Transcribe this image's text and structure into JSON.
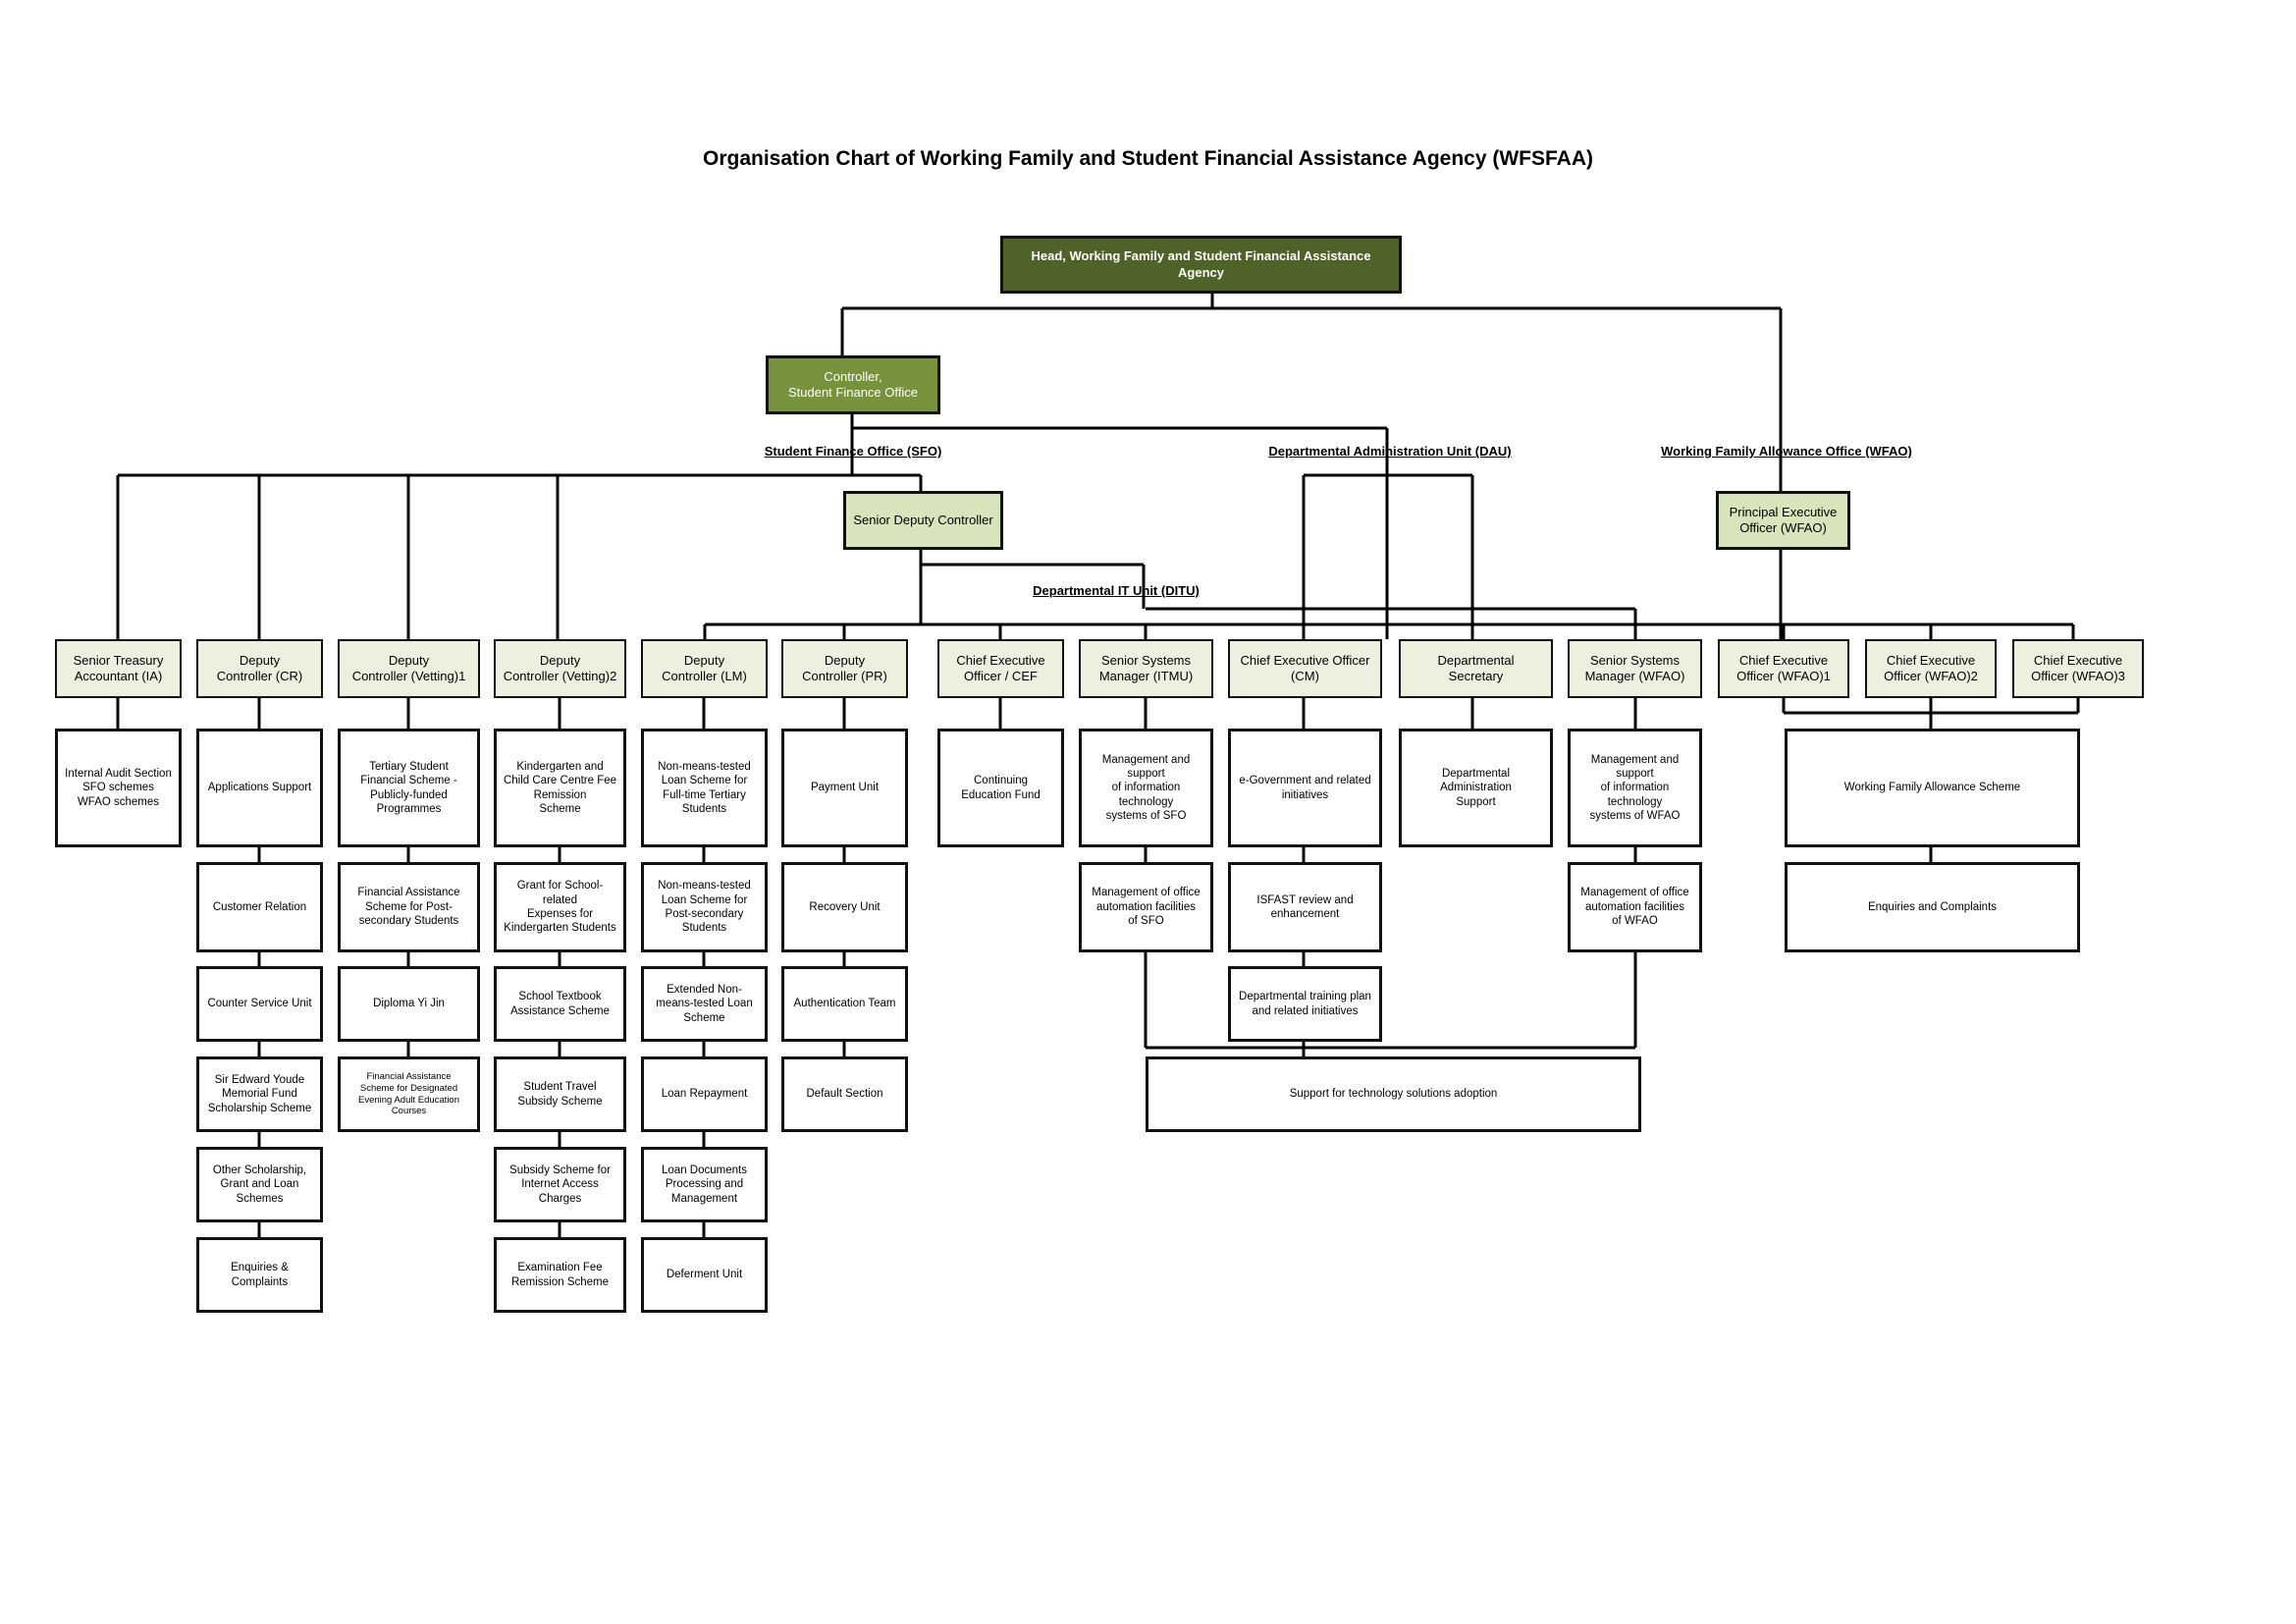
{
  "title": "Organisation Chart of Working Family and Student Financial Assistance Agency (WFSFAA)",
  "labels": {
    "sfo": "Student Finance Office (SFO)",
    "dau": "Departmental Administration Unit (DAU)",
    "wfao": "Working Family Allowance Office (WFAO)",
    "ditu": "Departmental IT Unit (DITU)"
  },
  "top": {
    "head": "Head, Working Family and Student Financial Assistance Agency",
    "controller": "Controller,\nStudent Finance Office",
    "senior_deputy": "Senior Deputy Controller",
    "pe_wfao": "Principal Executive\nOfficer (WFAO)"
  },
  "level2": {
    "sta": "Senior Treasury\nAccountant (IA)",
    "cr": "Deputy\nController (CR)",
    "v1": "Deputy\nController (Vetting)1",
    "v2": "Deputy\nController (Vetting)2",
    "lm": "Deputy\nController (LM)",
    "pr": "Deputy\nController (PR)",
    "cef": "Chief Executive\nOfficer / CEF",
    "itmu": "Senior Systems\nManager (ITMU)",
    "cm": "Chief Executive Officer\n(CM)",
    "ds": "Departmental\nSecretary",
    "ssw": "Senior Systems\nManager (WFAO)",
    "w1": "Chief Executive\nOfficer (WFAO)1",
    "w2": "Chief Executive\nOfficer (WFAO)2",
    "w3": "Chief Executive\nOfficer (WFAO)3"
  },
  "units": {
    "ia": [
      "Internal Audit Section\nSFO schemes\nWFAO schemes"
    ],
    "cr": [
      "Applications Support",
      "Customer Relation",
      "Counter Service Unit",
      "Sir Edward Youde\nMemorial Fund\nScholarship Scheme",
      "Other Scholarship,\nGrant and Loan\nSchemes",
      "Enquiries &\nComplaints"
    ],
    "v1": [
      "Tertiary Student\nFinancial Scheme -\nPublicly-funded\nProgrammes",
      "Financial Assistance\nScheme for Post-\nsecondary Students",
      "Diploma Yi Jin",
      "Financial Assistance\nScheme for Designated\nEvening Adult Education\nCourses"
    ],
    "v2": [
      "Kindergarten and\nChild Care Centre Fee\nRemission\nScheme",
      "Grant for School-related\nExpenses for\nKindergarten Students",
      "School Textbook\nAssistance Scheme",
      "Student Travel\nSubsidy Scheme",
      "Subsidy Scheme for\nInternet Access Charges",
      "Examination Fee\nRemission Scheme"
    ],
    "lm": [
      "Non-means-tested\nLoan Scheme for\nFull-time Tertiary\nStudents",
      "Non-means-tested\nLoan Scheme for\nPost-secondary\nStudents",
      "Extended Non-\nmeans-tested Loan\nScheme",
      "Loan Repayment",
      "Loan Documents\nProcessing and\nManagement",
      "Deferment Unit"
    ],
    "pr": [
      "Payment Unit",
      "Recovery Unit",
      "Authentication Team",
      "Default Section"
    ],
    "cef": [
      "Continuing\nEducation Fund"
    ],
    "itmu": [
      "Management and support\nof information technology\nsystems of SFO",
      "Management of office\nautomation facilities\nof SFO"
    ],
    "cm": [
      "e-Government and related\ninitiatives",
      "ISFAST review and\nenhancement",
      "Departmental training plan\nand related initiatives"
    ],
    "ds": [
      "Departmental Administration\nSupport"
    ],
    "ssw": [
      "Management and support\nof information technology\nsystems of WFAO",
      "Management of office\nautomation facilities\nof WFAO"
    ],
    "wfa": [
      "Working Family Allowance Scheme",
      "Enquiries and Complaints"
    ],
    "tech": "Support for technology solutions adoption"
  }
}
